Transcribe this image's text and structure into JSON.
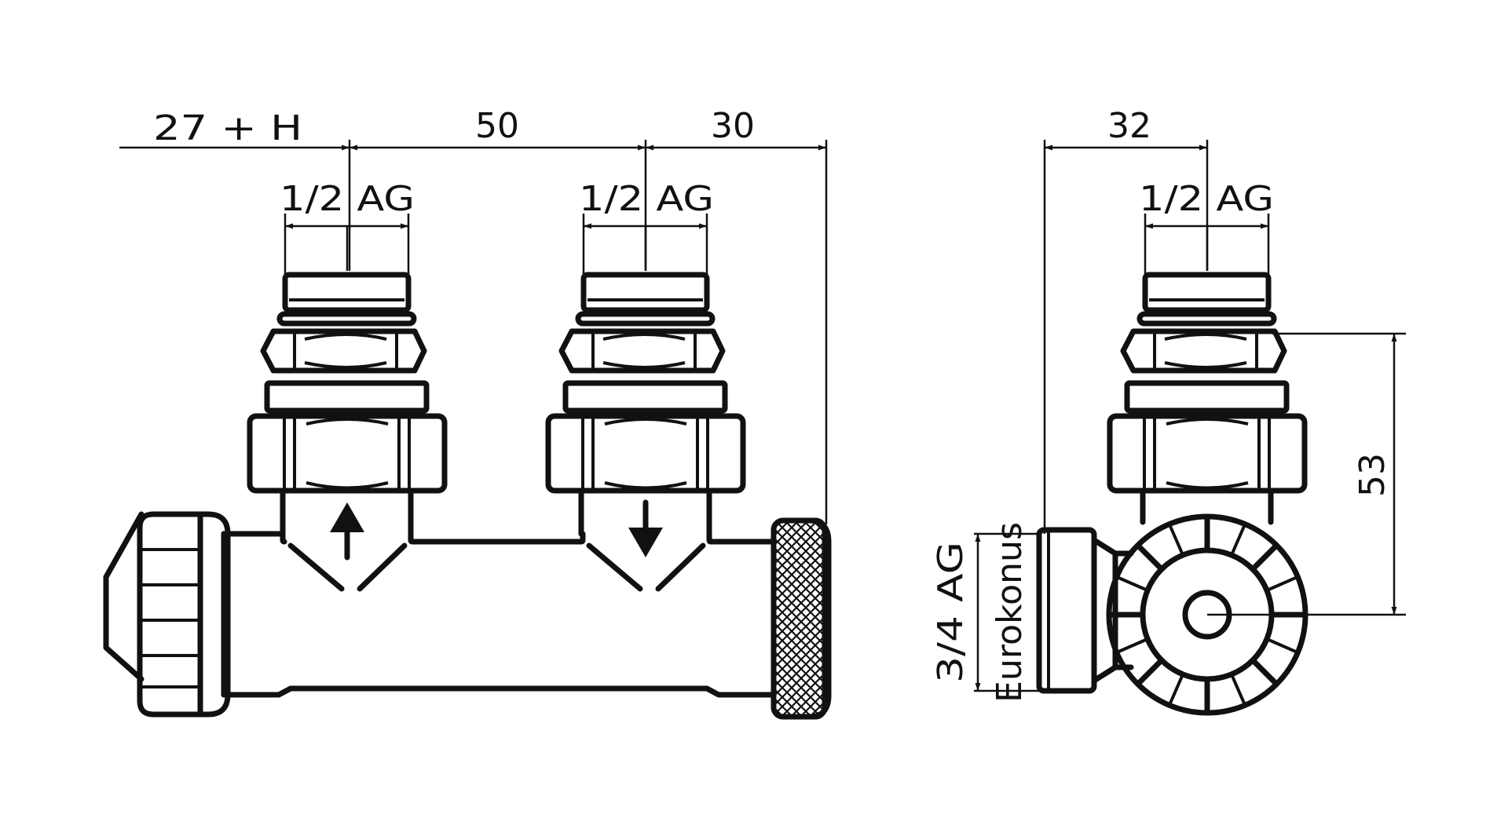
{
  "dimensions": {
    "left_offset": "27 + H",
    "center_distance": "50",
    "right_offset": "30",
    "side_width": "32",
    "side_height": "53"
  },
  "labels": {
    "thread_left": "1/2 AG",
    "thread_middle": "1/2 AG",
    "thread_side": "1/2 AG",
    "connection_thread": "3/4 AG",
    "connection_type": "Eurokonus"
  },
  "colors": {
    "line": "#111111",
    "background": "#ffffff"
  }
}
